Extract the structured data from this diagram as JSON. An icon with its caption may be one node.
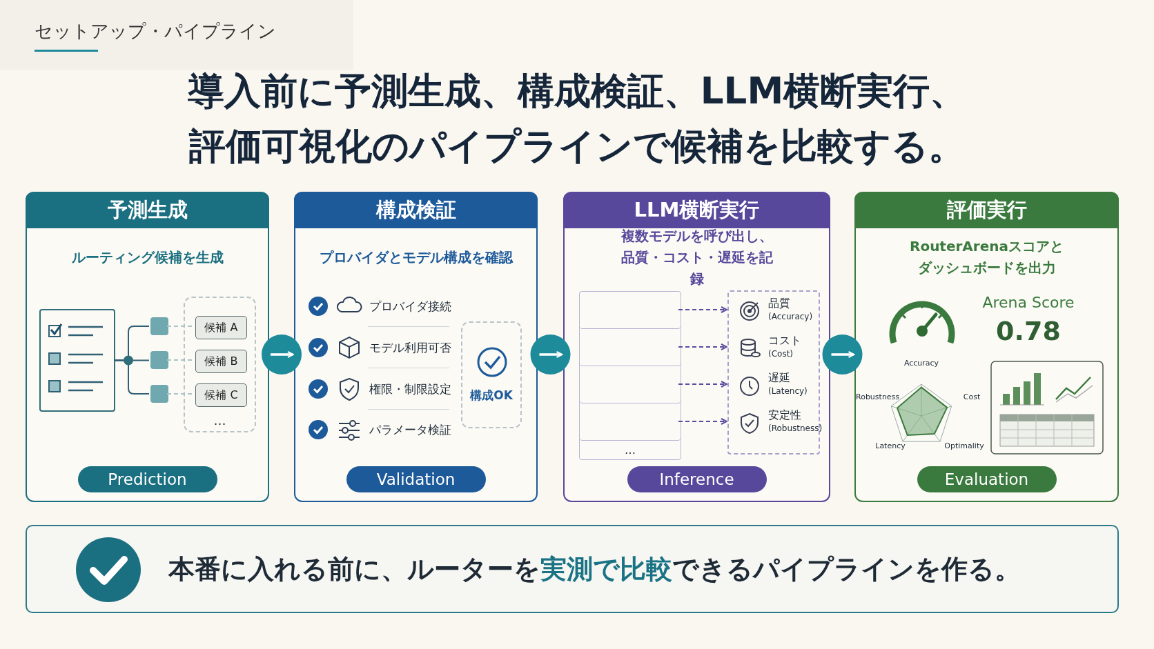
{
  "diagram": {
    "title": "導入前に予測生成、構成検証、LLM横断実行、評価可視化のパイプラインで候補を比較する。",
    "nodes": [
      {
        "text": [
          "予測生成",
          "ルーティング候補を生成",
          "Prediction"
        ]
      },
      {
        "text": [],
        "shape": "box",
        "in": 0
      },
      {
        "text": [],
        "shape": "box",
        "in": 0
      },
      {
        "text": [],
        "shape": "box",
        "in": 0
      },
      {
        "text": [],
        "shape": "box",
        "in": 0
      },
      {
        "text": [
          "…"
        ],
        "in": 0
      },
      {
        "text": [
          "候補 A"
        ],
        "in": 5
      },
      {
        "text": [
          "候補 B"
        ],
        "in": 5
      },
      {
        "text": [
          "候補 C"
        ],
        "in": 5
      },
      {
        "text": [
          "構成検証",
          "プロバイダとモデル構成を確認",
          "Validation"
        ]
      },
      {
        "text": [
          "構成OK"
        ],
        "in": 9
      },
      {
        "text": [
          "LLM横断実行",
          "複数モデルを呼び出し、品質・コスト・遅延を記録",
          "Inference"
        ]
      },
      {
        "text": [],
        "shape": "box",
        "in": 11
      },
      {
        "text": [],
        "shape": "box",
        "in": 12
      },
      {
        "text": [],
        "shape": "box",
        "in": 12
      },
      {
        "text": [],
        "shape": "box",
        "in": 12
      },
      {
        "text": [],
        "shape": "box",
        "in": 12
      },
      {
        "text": [
          "…"
        ],
        "in": 12
      },
      {
        "text": [],
        "shape": "box",
        "in": 11
      },
      {
        "text": [
          "品質",
          "(Accuracy)"
        ],
        "in": 18
      },
      {
        "text": [
          "コスト",
          "(Cost)"
        ],
        "in": 18
      },
      {
        "text": [
          "遅延",
          "(Latency)"
        ],
        "in": 18
      },
      {
        "text": [
          "安定性",
          "(Robustness)"
        ],
        "in": 18
      },
      {
        "text": [
          "評価実行",
          "RouterArenaスコアとダッシュボードを出力",
          "Evaluation"
        ]
      },
      {
        "text": [
          "本番に入れる前に、ルーターを**実測で比較**できるパイプラインを作る。"
        ]
      }
    ],
    "edges": [
      {
        "from": 1,
        "to": 2,
        "arrow": "none"
      },
      {
        "from": 1,
        "to": 3,
        "arrow": "none"
      },
      {
        "from": 1,
        "to": 4,
        "arrow": "none"
      },
      {
        "from": 2,
        "to": 6,
        "arrow": "none",
        "style": "dashed",
        "color": "#a9c3c7"
      },
      {
        "from": 3,
        "to": 7,
        "arrow": "none",
        "style": "dashed",
        "color": "#a9c3c7"
      },
      {
        "from": 4,
        "to": 8,
        "arrow": "none",
        "style": "dashed",
        "color": "#a9c3c7"
      },
      {
        "from": 0,
        "to": 9,
        "arrow": "to",
        "color": "#ffffff"
      },
      {
        "from": 9,
        "to": 11,
        "arrow": "to",
        "color": "#ffffff"
      },
      {
        "from": 13,
        "to": 19,
        "arrow": "to",
        "style": "dashed",
        "color": "#5b4ca0"
      },
      {
        "from": 14,
        "to": 20,
        "arrow": "to",
        "style": "dashed",
        "color": "#5b4ca0"
      },
      {
        "from": 15,
        "to": 21,
        "arrow": "to",
        "style": "dashed",
        "color": "#5b4ca0"
      },
      {
        "from": 16,
        "to": 22,
        "arrow": "to",
        "style": "dashed",
        "color": "#5b4ca0"
      },
      {
        "from": 11,
        "to": 23,
        "arrow": "to",
        "color": "#ffffff"
      }
    ],
    "labels": [
      "セットアップ・パイプライン",
      "プロバイダ接続",
      "モデル利用可否",
      "権限・制限設定",
      "パラメータ検証",
      "Arena Score",
      "0.78",
      "Accuracy",
      "Robustness",
      "Cost",
      "Latency",
      "Optimality"
    ]
  }
}
